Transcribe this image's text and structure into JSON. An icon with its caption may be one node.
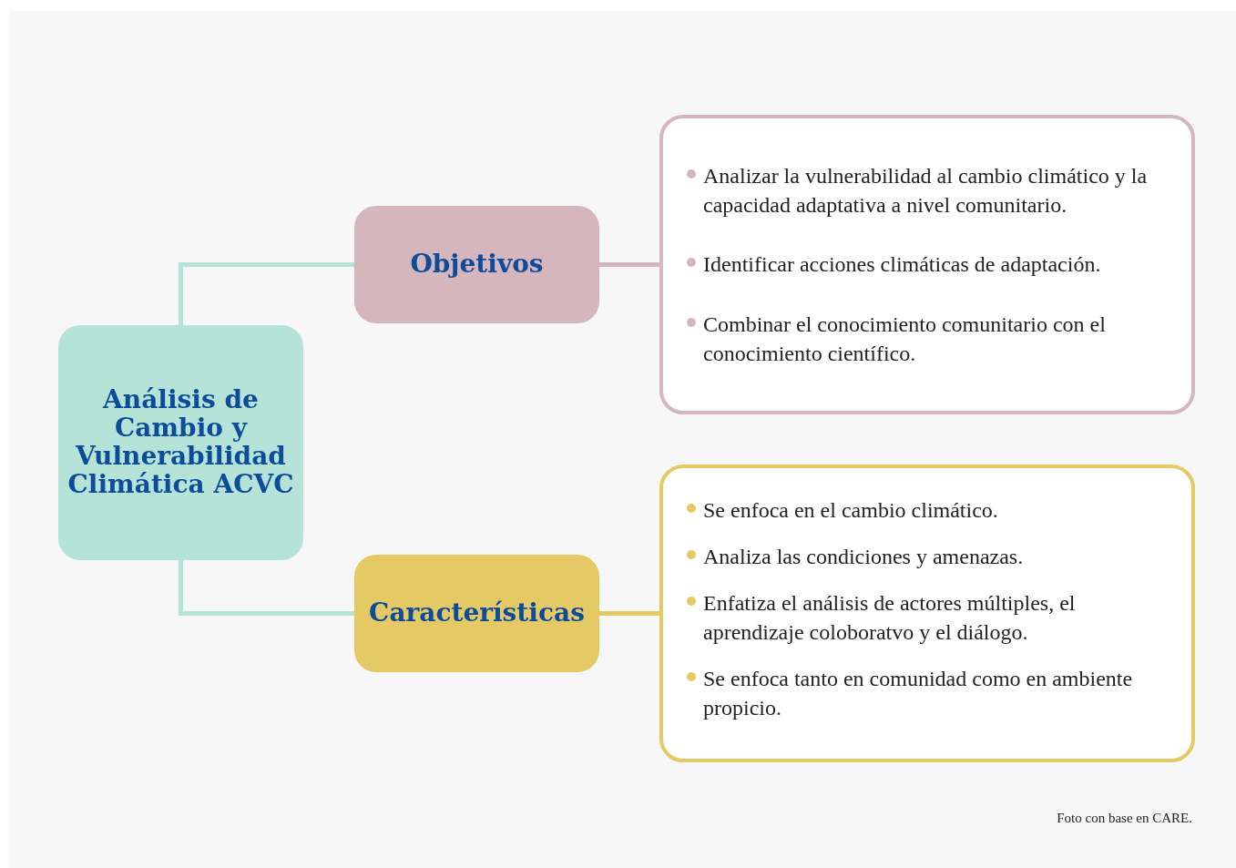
{
  "diagram": {
    "nodes": [
      {
        "text": [
          "Análisis de Cambio y Vulnerabilidad Climática ACVC"
        ]
      },
      {
        "text": [
          "Objetivos"
        ]
      },
      {
        "text": [
          "Analizar la vulnerabilidad al cambio climático y la capacidad adaptativa a nivel comunitario.",
          "Identificar acciones climáticas de adaptación.",
          "Combinar el conocimiento comunitario con el conocimiento científico."
        ]
      },
      {
        "text": [
          "Características"
        ]
      },
      {
        "text": [
          "Se enfoca en el cambio climático.",
          "Analiza las condiciones y amenazas.",
          "Enfatiza el análisis de actores múltiples, el aprendizaje coloboratvo y el diálogo.",
          "Se enfoca tanto en comunidad como en ambiente propicio."
        ]
      }
    ],
    "edges": [
      {
        "from": 0,
        "to": 1,
        "arrow": "none",
        "color": "#b5e3d8"
      },
      {
        "from": 1,
        "to": 2,
        "arrow": "none",
        "color": "#d4b6bc"
      },
      {
        "from": 0,
        "to": 3,
        "arrow": "none",
        "color": "#b5e3d8"
      },
      {
        "from": 3,
        "to": 4,
        "arrow": "none",
        "color": "#e5c965"
      }
    ],
    "labels": [
      "Foto con base en CARE."
    ]
  }
}
